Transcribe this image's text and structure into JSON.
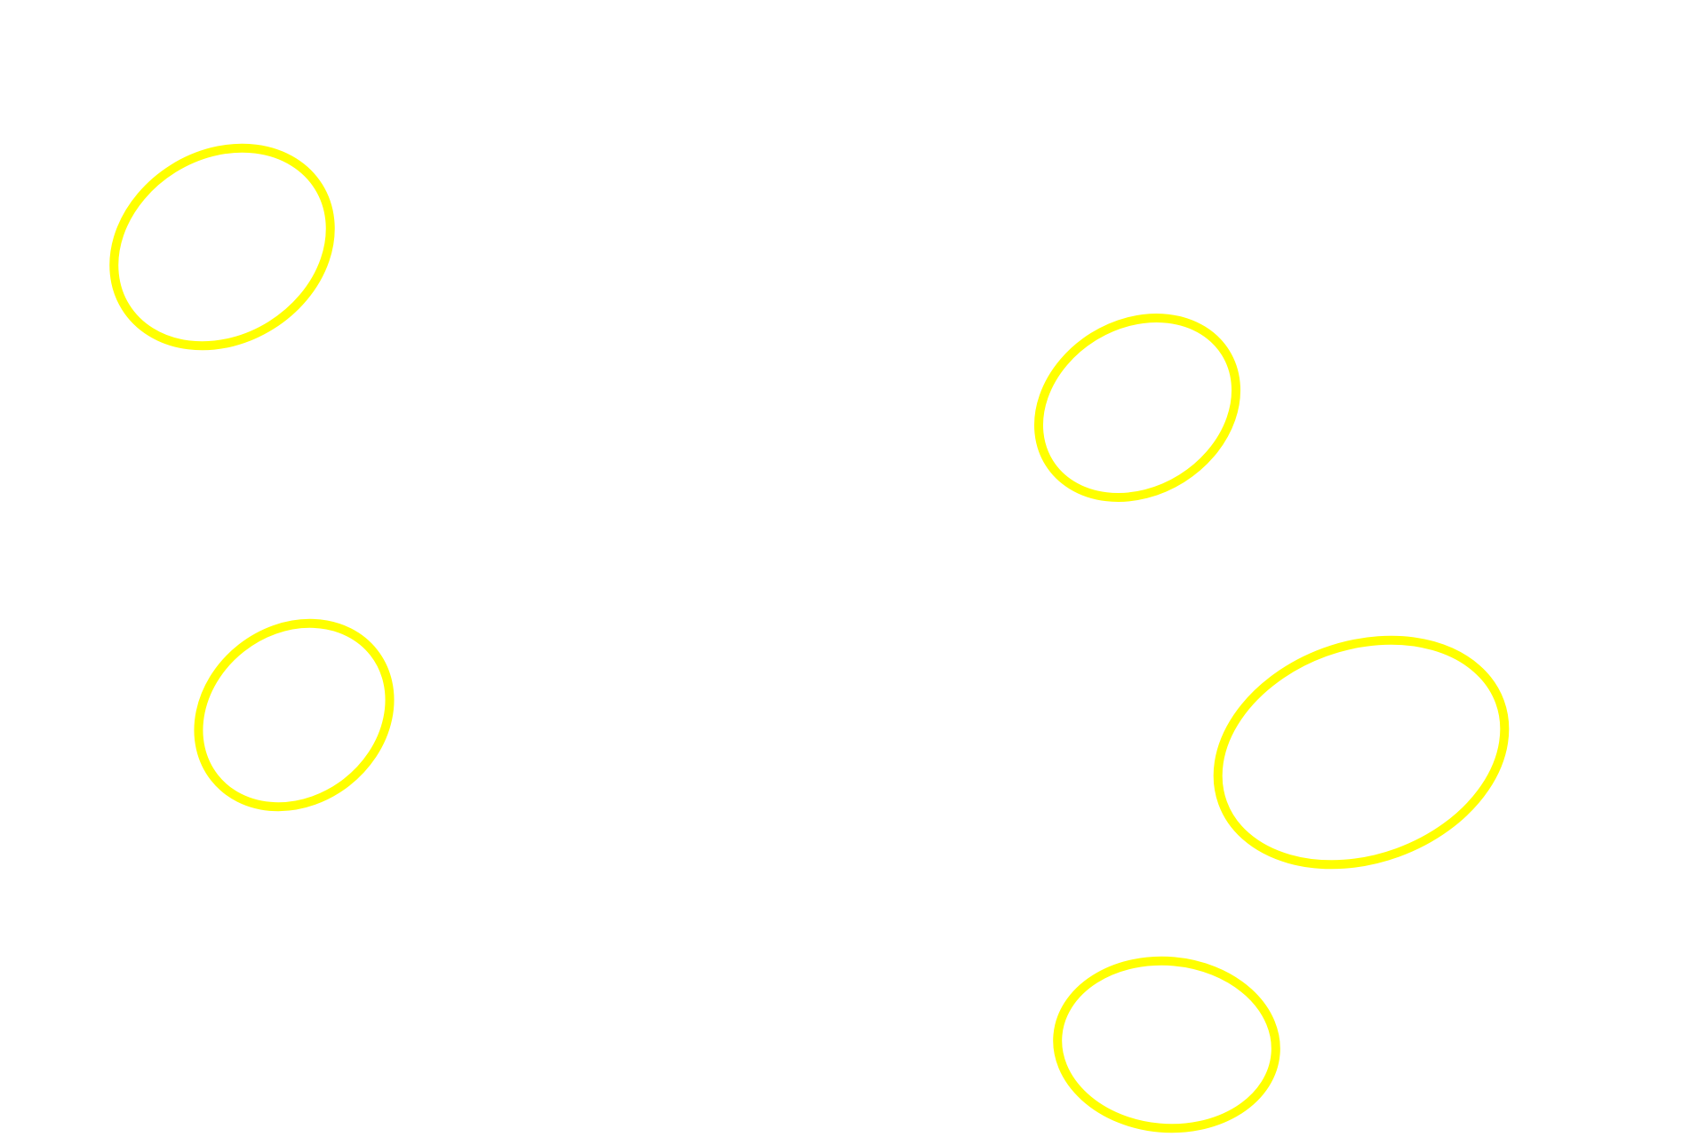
{
  "background_color": "#ffffff",
  "outline_color": "#ffff00",
  "shapes": [
    {
      "type": "ellipse-outline"
    },
    {
      "type": "ellipse-outline"
    },
    {
      "type": "ellipse-outline"
    },
    {
      "type": "ellipse-outline"
    },
    {
      "type": "ellipse-outline"
    }
  ]
}
